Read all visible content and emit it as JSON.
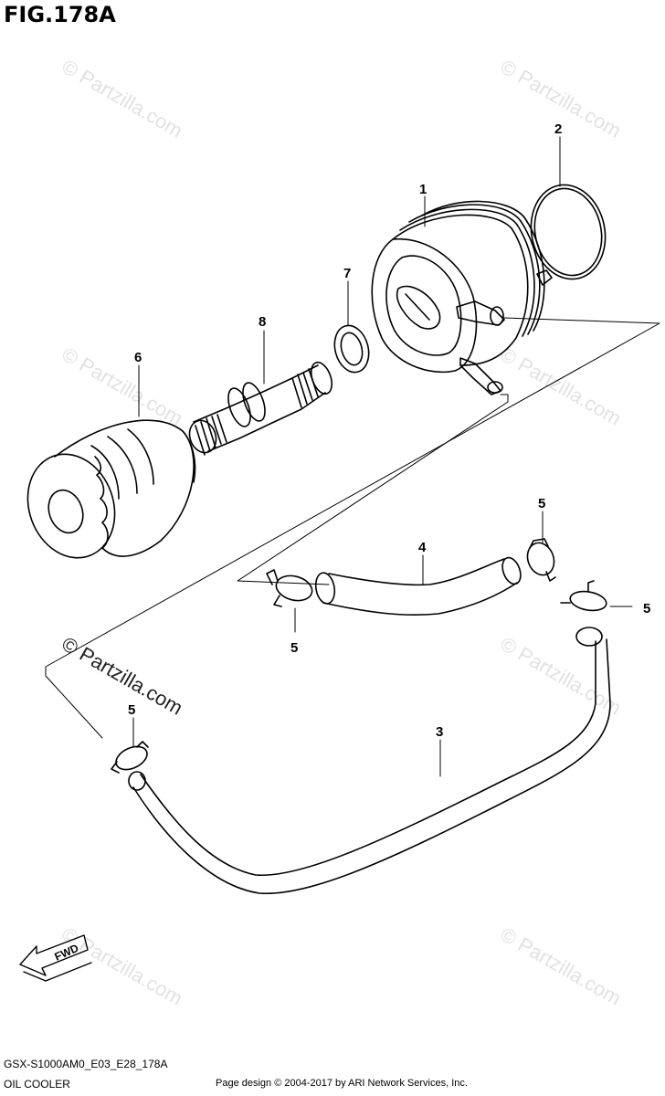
{
  "figure": {
    "title": "FIG.178A"
  },
  "callouts": [
    "1",
    "2",
    "3",
    "4",
    "5",
    "5",
    "5",
    "5",
    "6",
    "7",
    "8"
  ],
  "watermark": "© Partzilla.com",
  "fwd_label": "FWD",
  "footer": {
    "code": "GSX-S1000AM0_E03_E28_178A",
    "name": "OIL COOLER",
    "credit": "Page design © 2004-2017 by ARI Network Services, Inc."
  }
}
